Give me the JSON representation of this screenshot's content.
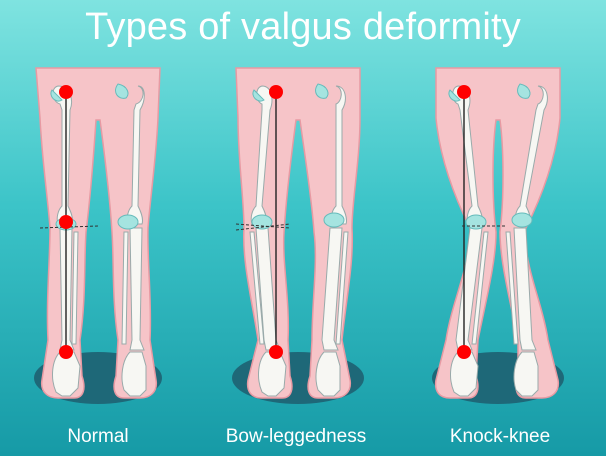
{
  "title": "Types of valgus deformity",
  "panels": [
    {
      "id": "normal",
      "label": "Normal"
    },
    {
      "id": "bow",
      "label": "Bow-leggedness"
    },
    {
      "id": "knock",
      "label": "Knock-knee"
    }
  ],
  "colors": {
    "background_top": "#7fe3e0",
    "background_bottom": "#169aa6",
    "skin": "#f6c4c8",
    "skin_outline": "#e79aa3",
    "bone": "#f7f7f3",
    "cartilage": "#a5e4e0",
    "shadow": "#1e6878",
    "marker": "#ff0000",
    "text": "#ffffff"
  }
}
